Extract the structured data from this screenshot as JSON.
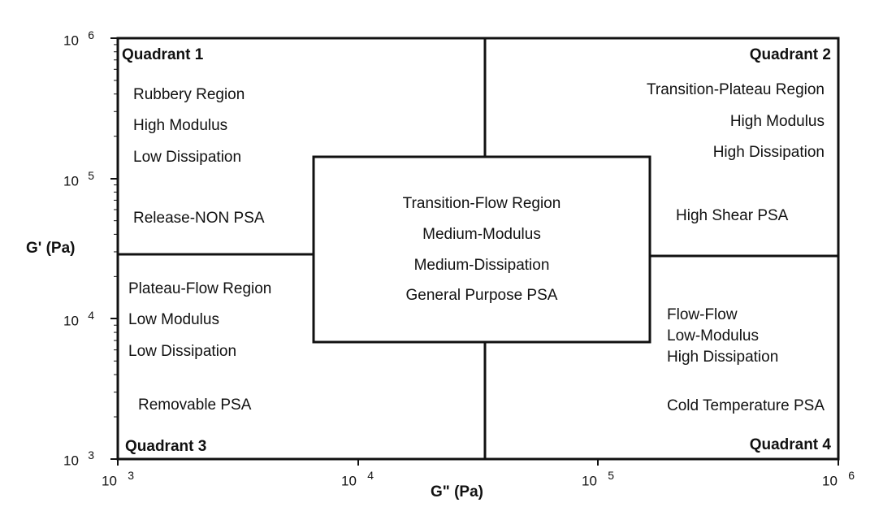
{
  "axes": {
    "x_label": "G\" (Pa)",
    "y_label": "G' (Pa)",
    "x_ticks": [
      {
        "base": "10",
        "exp": "3"
      },
      {
        "base": "10",
        "exp": "4"
      },
      {
        "base": "10",
        "exp": "5"
      },
      {
        "base": "10",
        "exp": "6"
      }
    ],
    "y_ticks": [
      {
        "base": "10",
        "exp": "6"
      },
      {
        "base": "10",
        "exp": "5"
      },
      {
        "base": "10",
        "exp": "4"
      },
      {
        "base": "10",
        "exp": "3"
      }
    ],
    "scale": "log",
    "x_range": [
      1000,
      1000000
    ],
    "y_range": [
      1000,
      1000000
    ]
  },
  "quadrants": {
    "q1": {
      "title": "Quadrant 1",
      "lines": [
        "Rubbery Region",
        "High Modulus",
        "Low  Dissipation"
      ],
      "application": "Release-NON PSA"
    },
    "q2": {
      "title": "Quadrant 2",
      "lines": [
        "Transition-Plateau  Region",
        "High  Modulus",
        "High Dissipation"
      ],
      "application": "High Shear PSA"
    },
    "q3": {
      "title": "Quadrant 3",
      "lines": [
        "Plateau-Flow Region",
        "Low Modulus",
        "Low  Dissipation"
      ],
      "application": "Removable PSA"
    },
    "q4": {
      "title": "Quadrant 4",
      "lines": [
        "Flow-Flow",
        "Low-Modulus",
        "High Dissipation"
      ],
      "application": "Cold Temperature PSA"
    }
  },
  "center": {
    "lines": [
      "Transition-Flow Region",
      "Medium-Modulus",
      "Medium-Dissipation",
      "General Purpose PSA"
    ]
  },
  "colors": {
    "line": "#111111",
    "background": "#ffffff"
  }
}
